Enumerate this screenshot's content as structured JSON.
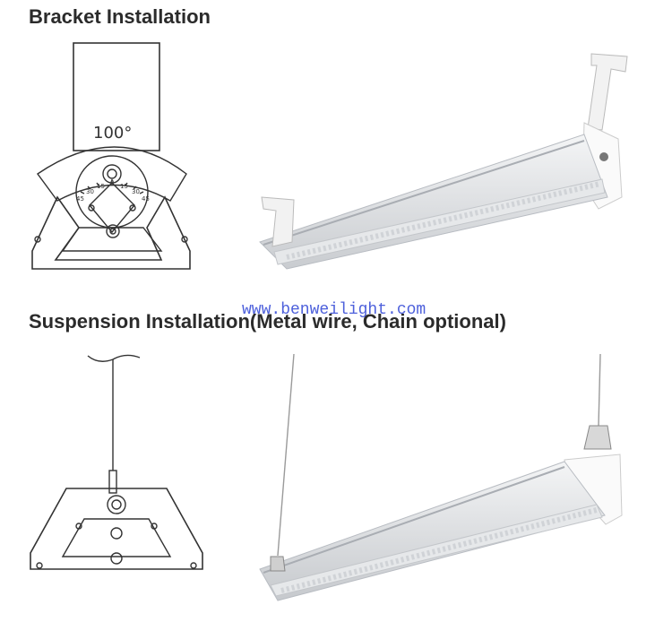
{
  "section1": {
    "title": "Bracket Installation",
    "angle": "100°",
    "scale_labels": [
      "45",
      "30",
      "15",
      "0",
      "15",
      "30",
      "45"
    ]
  },
  "section2": {
    "title": "Suspension Installation(Metal wire, Chain optional)"
  },
  "watermark": "www.benweilight.com"
}
